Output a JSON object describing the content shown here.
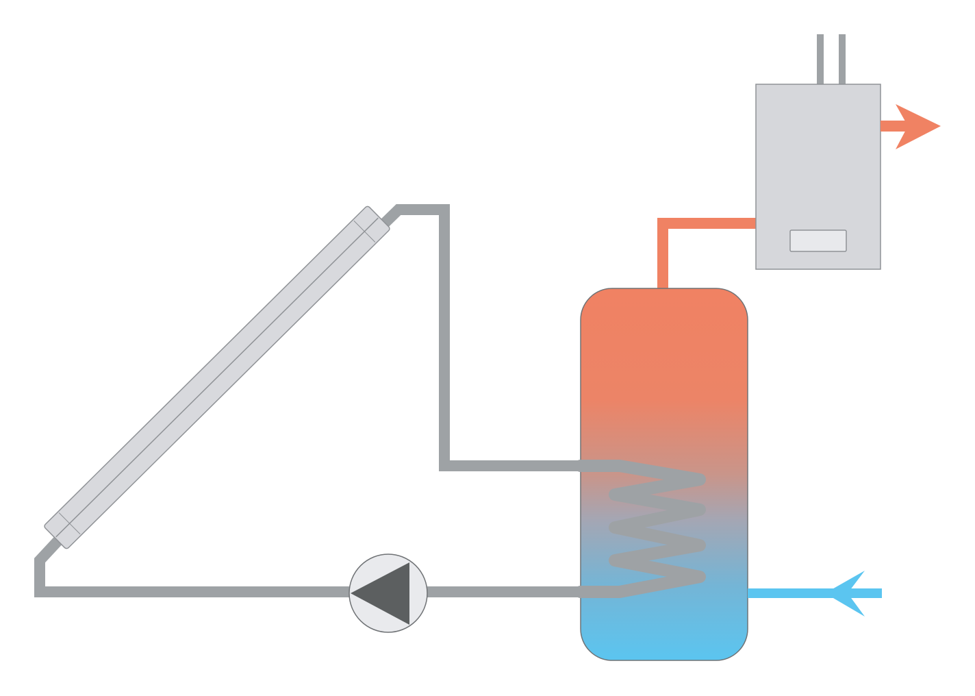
{
  "diagram": {
    "components": [
      {
        "name": "solar-collector",
        "icon": "solar-panel-icon"
      },
      {
        "name": "circulation-pump",
        "icon": "pump-icon"
      },
      {
        "name": "storage-tank",
        "icon": "hot-water-cylinder-icon"
      },
      {
        "name": "heat-exchanger-coil",
        "icon": "coil-icon"
      },
      {
        "name": "wall-boiler",
        "icon": "boiler-icon"
      },
      {
        "name": "hot-water-outlet",
        "icon": "arrow-right-icon"
      },
      {
        "name": "cold-water-inlet",
        "icon": "arrow-left-icon"
      }
    ],
    "colors": {
      "pipe": "#9ea2a5",
      "collector_fill": "#d8d9dd",
      "collector_stroke": "#8f9296",
      "hot": "#f08263",
      "cold": "#5bc5f0",
      "tank_stroke": "#6f7275",
      "pump_fill": "#e9eaed",
      "pump_triangle": "#5c5f60",
      "boiler_fill": "#d6d7db",
      "boiler_stroke": "#8f9296"
    }
  }
}
